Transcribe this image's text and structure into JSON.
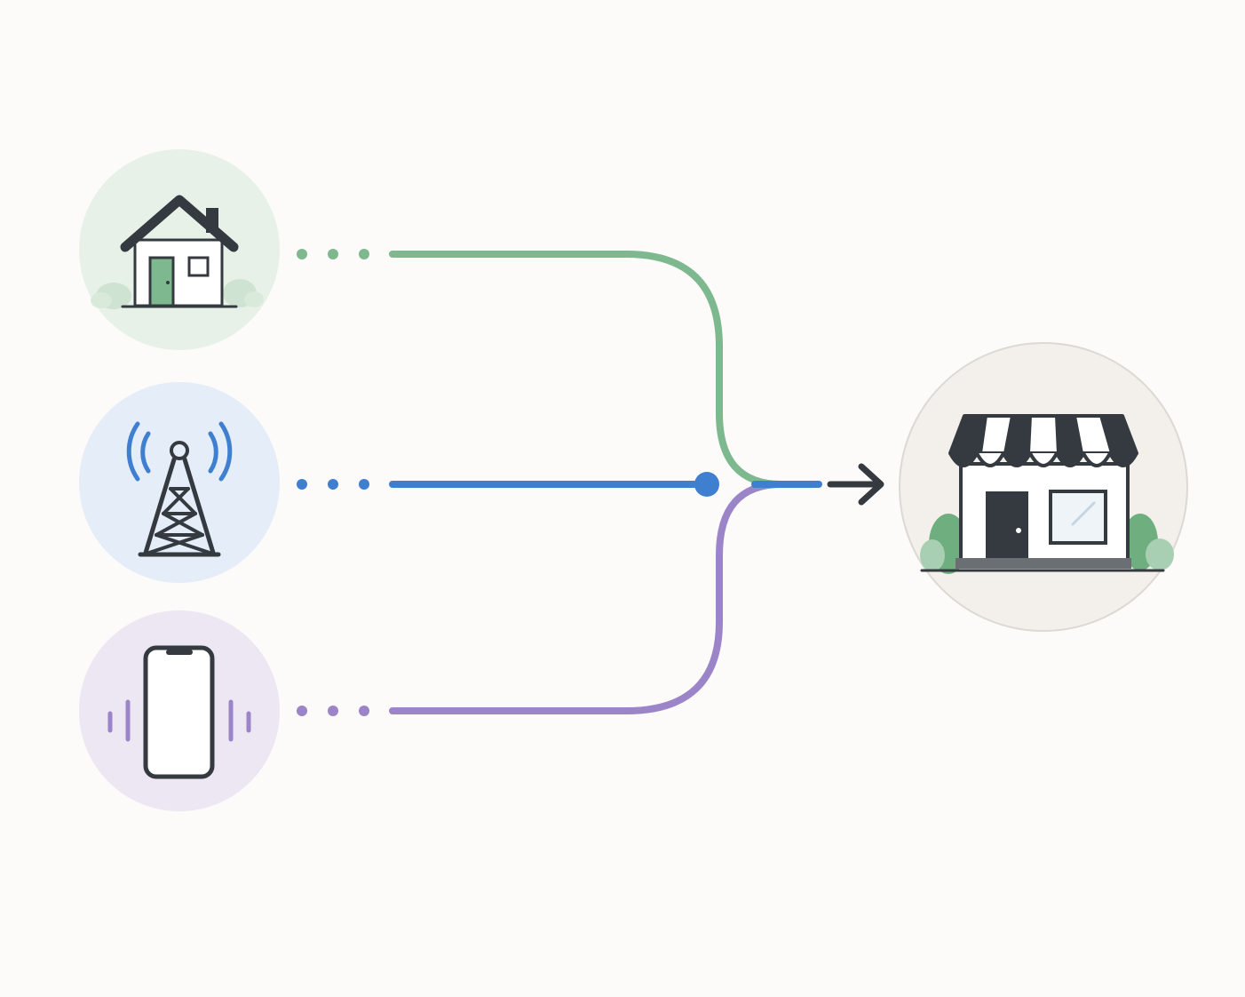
{
  "diagram": {
    "type": "flow-convergence",
    "background": "#fcfbf9",
    "ink": "#353a40",
    "sources": [
      {
        "id": "home",
        "icon": "house-icon",
        "color": "#7db88f",
        "circle_fill": "#e7f1e8"
      },
      {
        "id": "tower",
        "icon": "cell-tower-icon",
        "color": "#3f7fcf",
        "circle_fill": "#e4edf8"
      },
      {
        "id": "phone",
        "icon": "smartphone-icon",
        "color": "#9b84c8",
        "circle_fill": "#ece7f3"
      }
    ],
    "target": {
      "id": "store",
      "icon": "storefront-icon",
      "circle_fill": "#f3f0ec",
      "accent": "#6fae7f"
    },
    "arrow": {
      "icon": "arrow-right-icon",
      "color": "#353a40"
    }
  }
}
